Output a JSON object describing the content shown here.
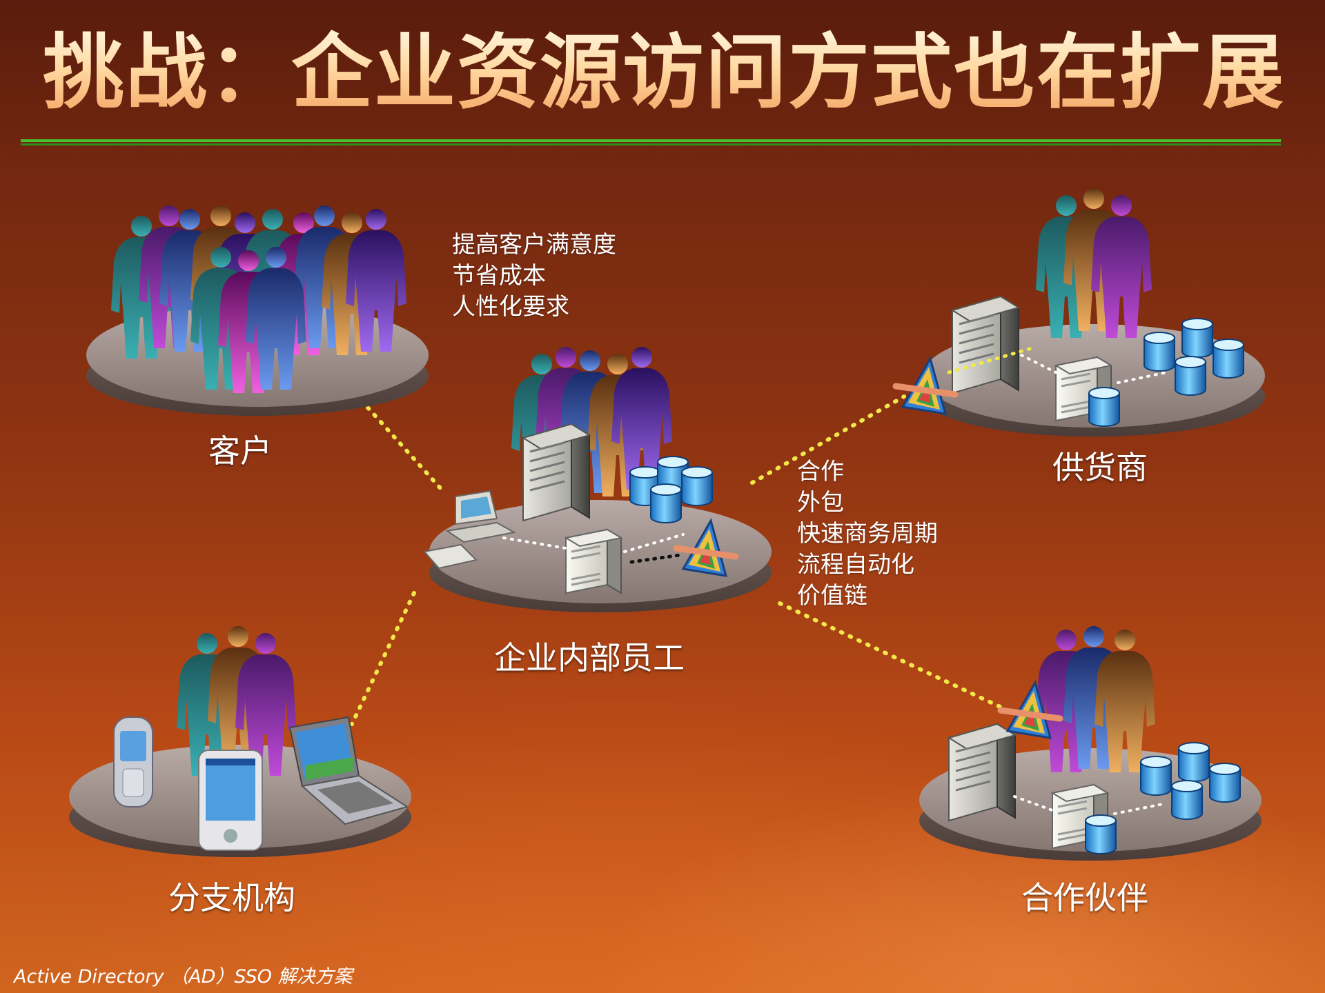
{
  "title": "挑战：企业资源访问方式也在扩展",
  "nodes": {
    "customer": "客户",
    "employee": "企业内部员工",
    "supplier": "供货商",
    "partner": "合作伙伴",
    "branch": "分支机构"
  },
  "notes": {
    "customer_benefits": [
      "提高客户满意度",
      "节省成本",
      "人性化要求"
    ],
    "partner_benefits": [
      "合作",
      "外包",
      "快速商务周期",
      "流程自动化",
      "价值链"
    ]
  },
  "footer": "Active Directory （AD）SSO 解决方案",
  "colors": {
    "background_top": "#5a1c0c",
    "background_bottom": "#d0651f",
    "rule": "#44c32c",
    "link_dots": "#f2e84a",
    "text": "#ffffff"
  }
}
